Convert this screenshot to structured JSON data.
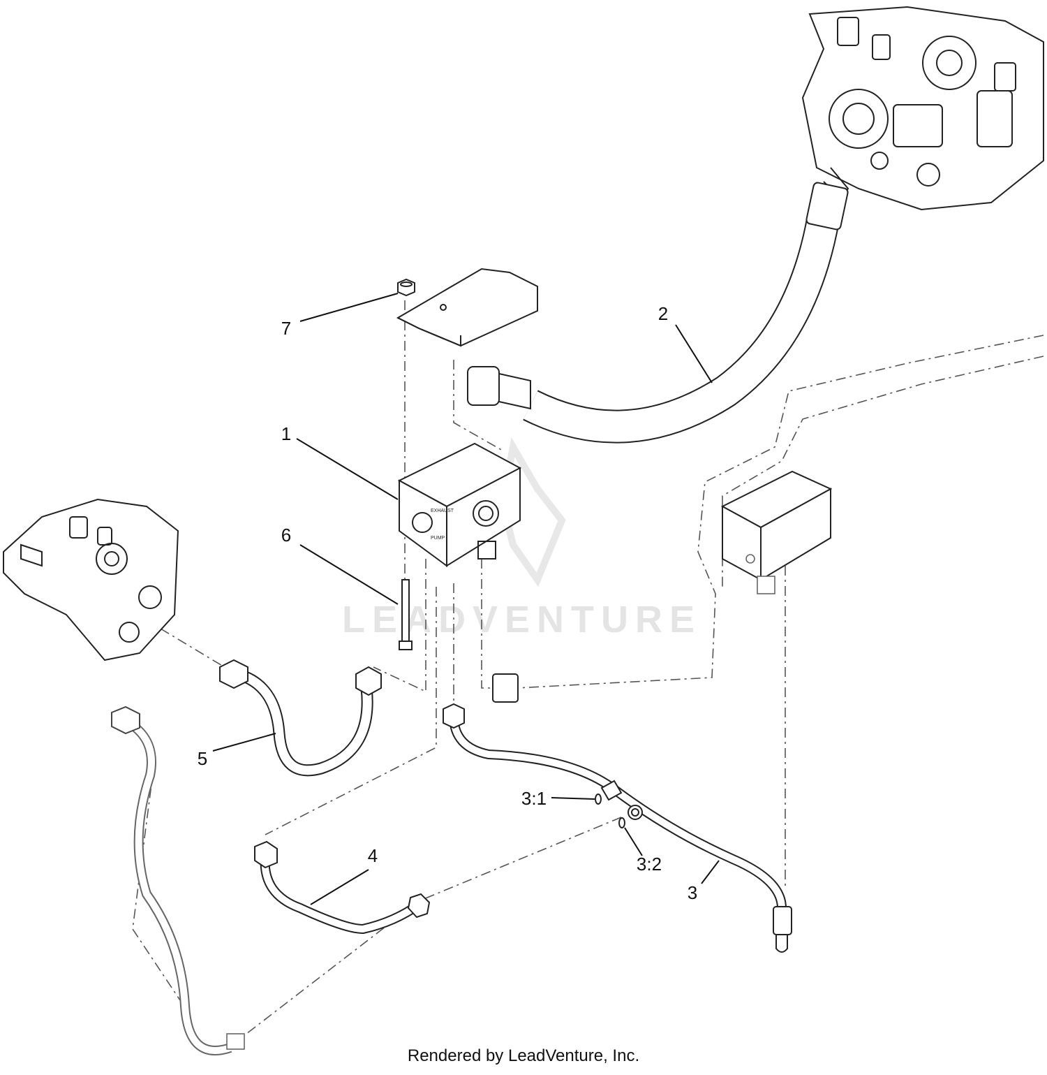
{
  "diagram": {
    "callouts": [
      "1",
      "2",
      "3",
      "3:1",
      "3:2",
      "4",
      "5",
      "6",
      "7"
    ],
    "watermark": "LEADVENTURE",
    "credit": "Rendered by LeadVenture, Inc.",
    "valve_labels": {
      "port_a": "EXHAUST",
      "port_b": "PUMP"
    }
  }
}
